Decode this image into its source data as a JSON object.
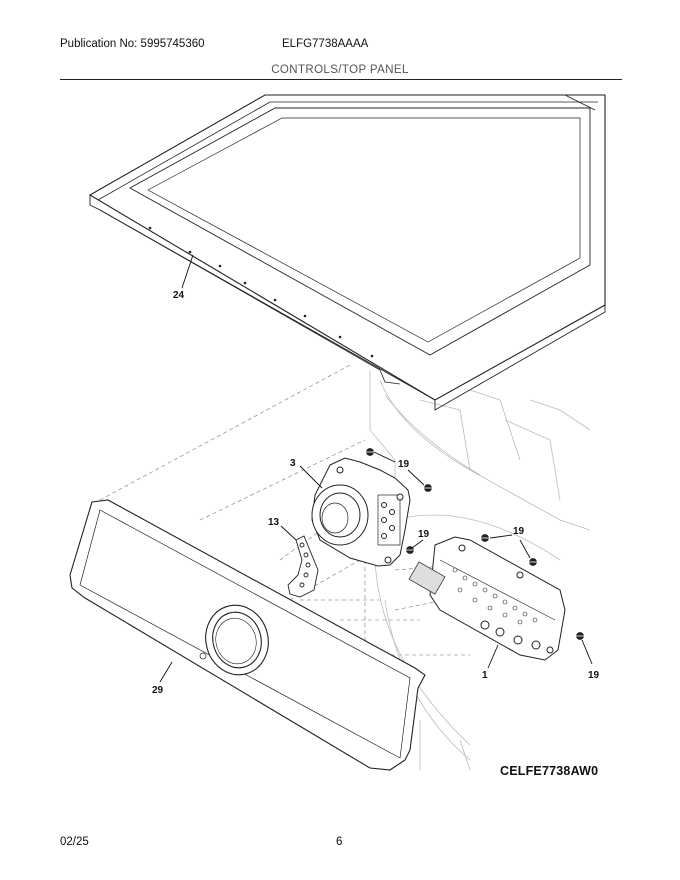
{
  "header": {
    "publication": "Publication No: 5995745360",
    "model": "ELFG7738AAAA",
    "section": "CONTROLS/TOP PANEL"
  },
  "diagram": {
    "callouts": [
      {
        "id": "top-panel",
        "label": "24"
      },
      {
        "id": "knob-housing",
        "label": "3"
      },
      {
        "id": "screw-a",
        "label": "19"
      },
      {
        "id": "led-board",
        "label": "13"
      },
      {
        "id": "screw-b",
        "label": "19"
      },
      {
        "id": "screw-c",
        "label": "19"
      },
      {
        "id": "control-board",
        "label": "1"
      },
      {
        "id": "screw-d",
        "label": "19"
      },
      {
        "id": "console",
        "label": "29"
      }
    ],
    "drawing_code": "CELFE7738AW0"
  },
  "footer": {
    "date": "02/25",
    "page": "6"
  }
}
